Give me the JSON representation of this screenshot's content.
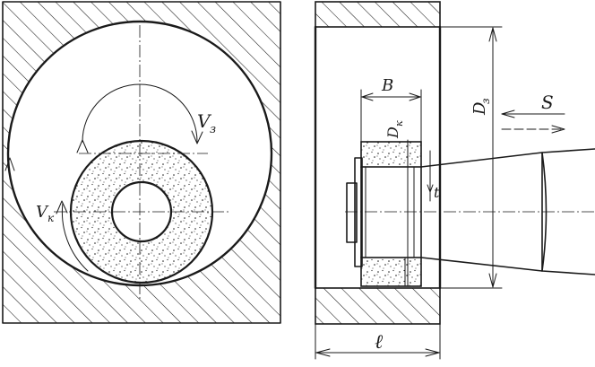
{
  "labels": {
    "workpiece_speed": "V",
    "workpiece_speed_sub": "з",
    "wheel_speed": "V",
    "wheel_speed_sub": "к",
    "wheel_width": "B",
    "wheel_diameter": "D",
    "wheel_diameter_sub": "к",
    "bore_diameter": "D",
    "bore_diameter_sub": "з",
    "feed": "S",
    "depth_of_cut": "t",
    "bore_length": "ℓ"
  },
  "colors": {
    "ink": "#1a1a1a",
    "paper": "#ffffff"
  }
}
